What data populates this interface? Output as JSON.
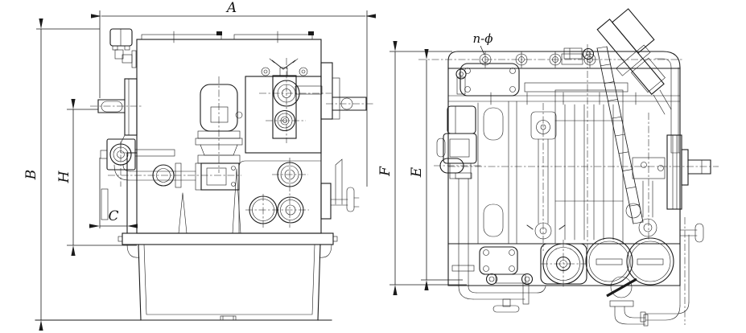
{
  "colors": {
    "background": "#ffffff",
    "ink": "#1a1a1a"
  },
  "drawing": {
    "side_view": {
      "dim_length_label": "A",
      "dim_height_label": "B",
      "dim_shaft_center_label": "H",
      "dim_offset_label": "C"
    },
    "end_view": {
      "dim_height_label": "F",
      "dim_bolt_center_label": "E",
      "bolt_hole_callout": "n-ϕ"
    }
  }
}
